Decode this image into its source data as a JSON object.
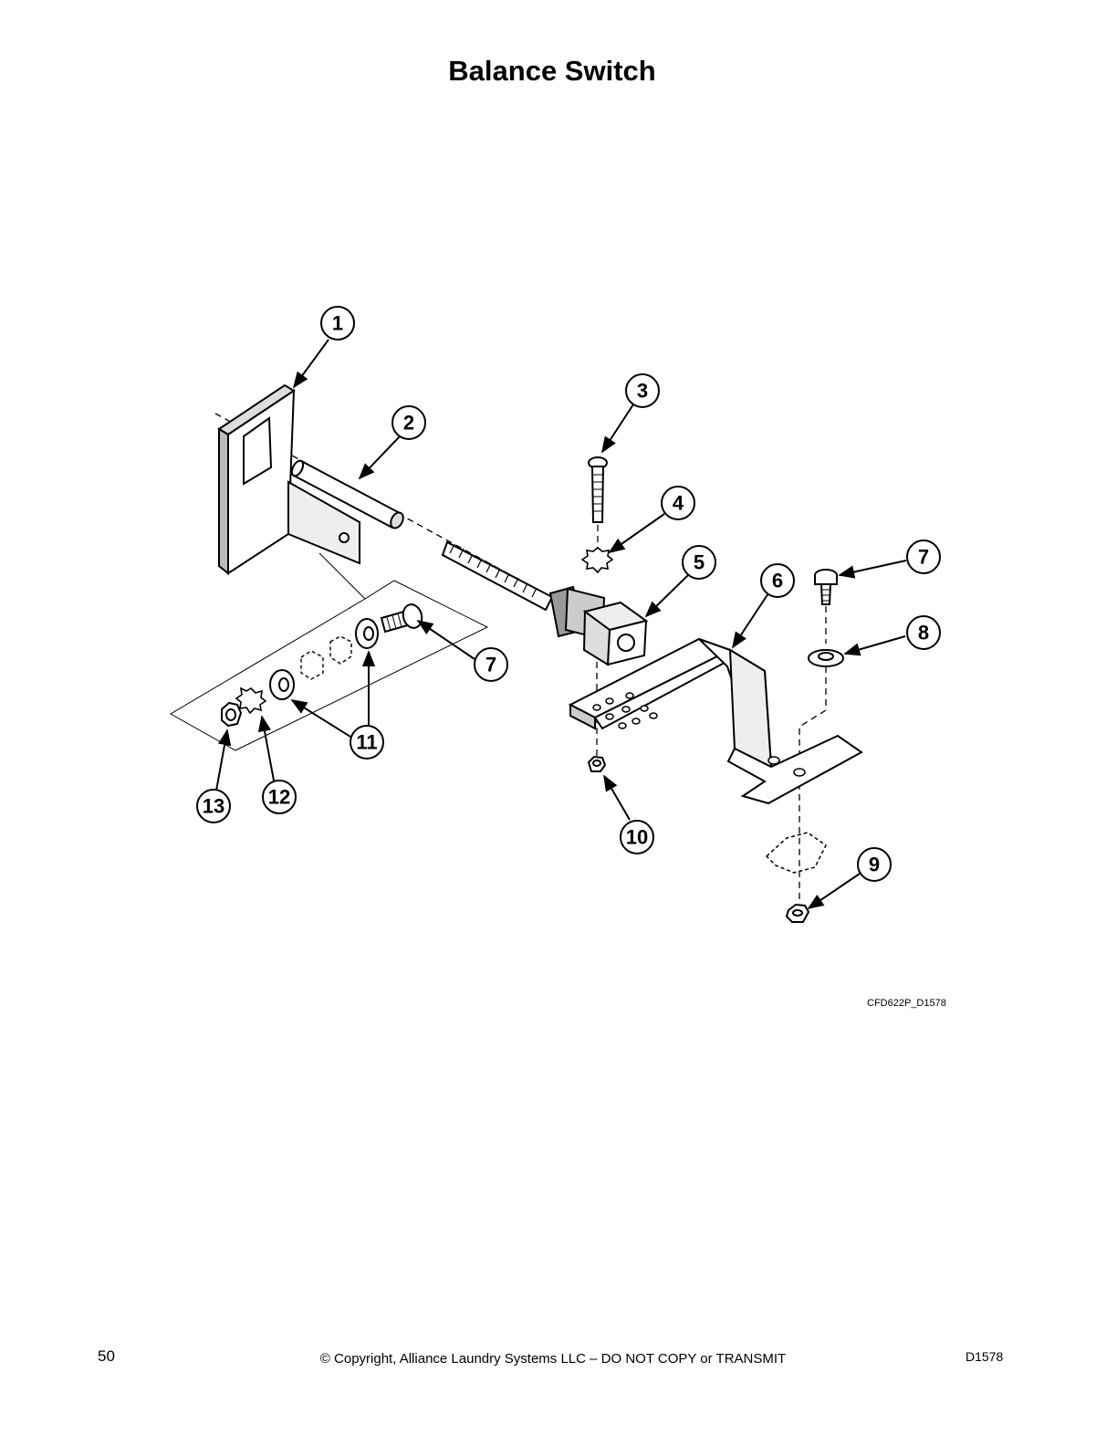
{
  "page": {
    "title": "Balance Switch",
    "figure_code": "CFD622P_D1578",
    "page_number": "50",
    "copyright": "© Copyright, Alliance Laundry Systems LLC – DO NOT COPY or TRANSMIT",
    "doc_id": "D1578"
  },
  "callouts": [
    "1",
    "2",
    "3",
    "4",
    "5",
    "6",
    "7",
    "8",
    "9",
    "10",
    "11",
    "12",
    "13",
    "7"
  ]
}
